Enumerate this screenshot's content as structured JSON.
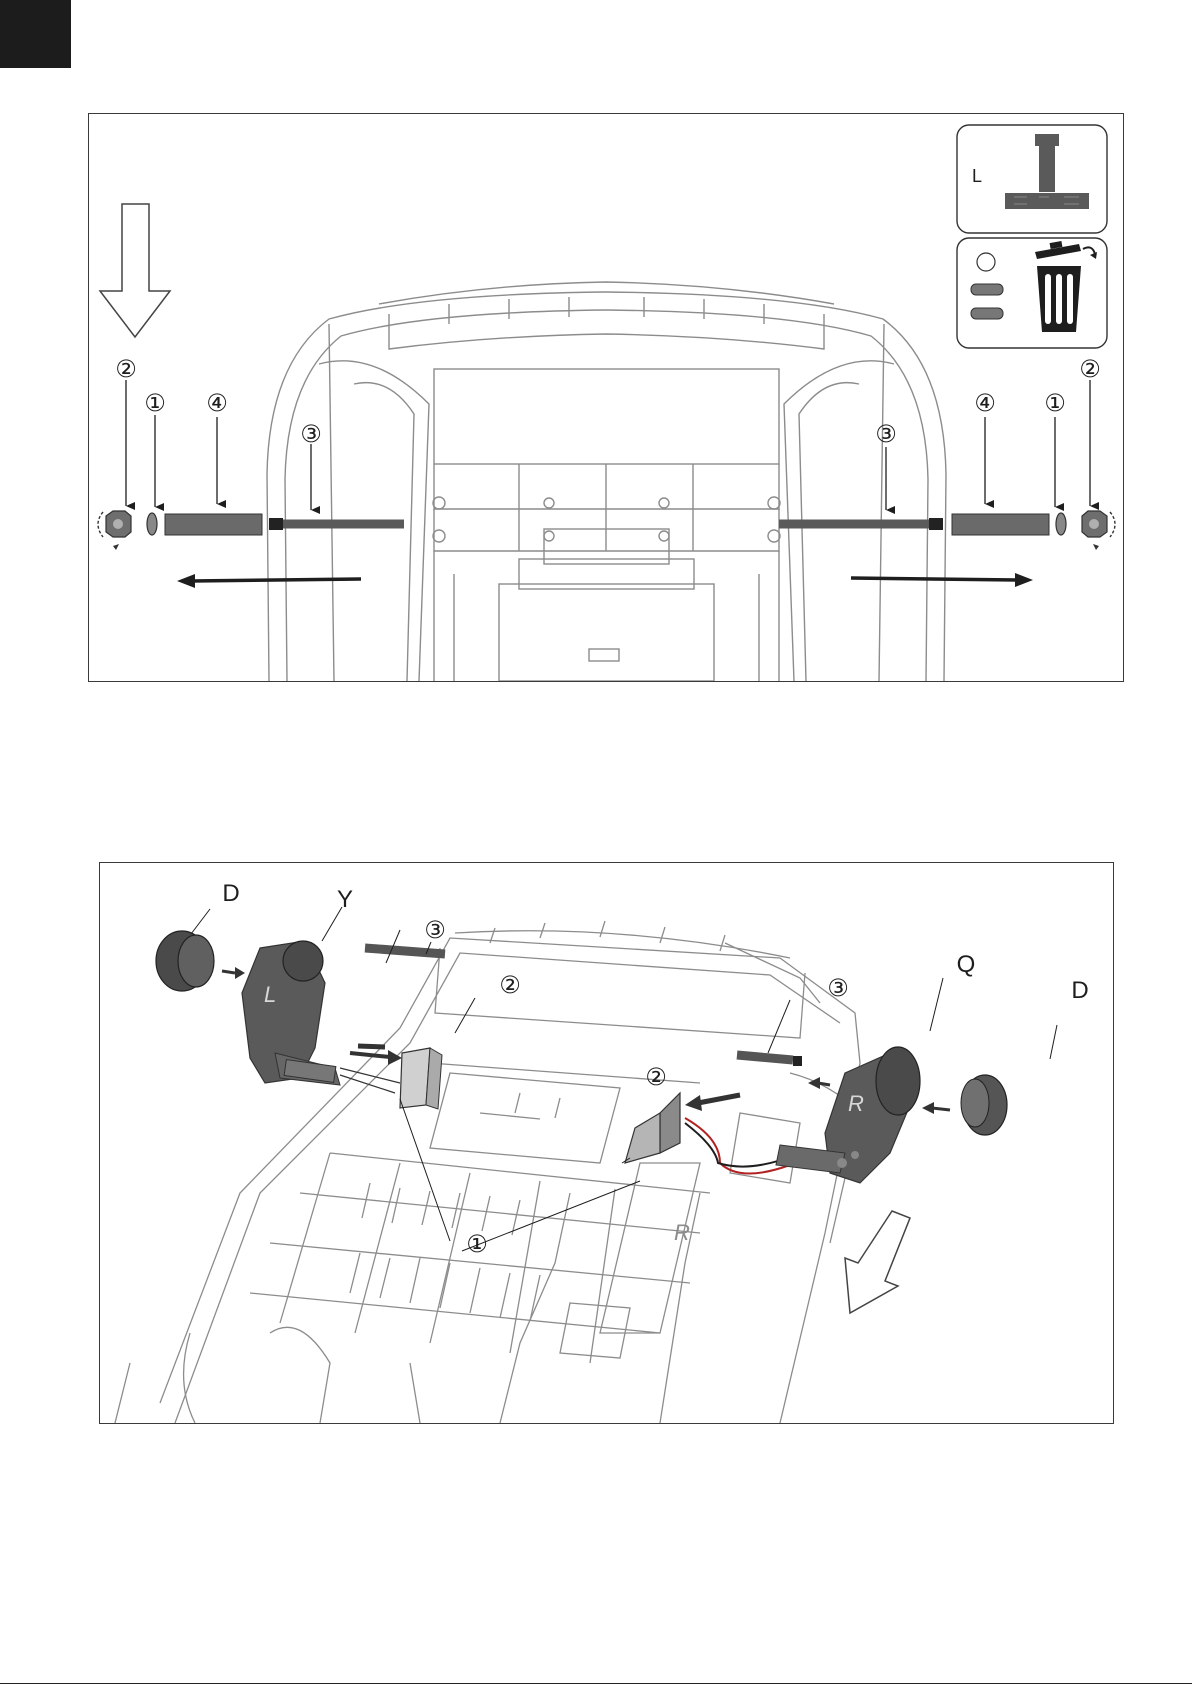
{
  "panel_1": {
    "callouts": {
      "left_nut": "②",
      "left_washer": "①",
      "left_spacer": "④",
      "left_axle": "③",
      "right_axle": "③",
      "right_spacer": "④",
      "right_washer": "①",
      "right_nut": "②"
    },
    "legend": {
      "side_letter": "L"
    }
  },
  "panel_2": {
    "labels": {
      "left_cap": "D",
      "left_gearbox": "Y",
      "left_axle": "③",
      "left_bracket": "②",
      "right_axle": "③",
      "right_bracket": "②",
      "right_gearbox": "Q",
      "right_cap": "D",
      "screws": "①",
      "gearbox_left_mark": "L",
      "gearbox_right_mark": "R",
      "body_mark": "R"
    }
  },
  "colors": {
    "ink": "#1e1e1e",
    "line_art": "#8c8c8c",
    "part_fill": "#5a5a5a",
    "wire_red": "#b22222"
  }
}
